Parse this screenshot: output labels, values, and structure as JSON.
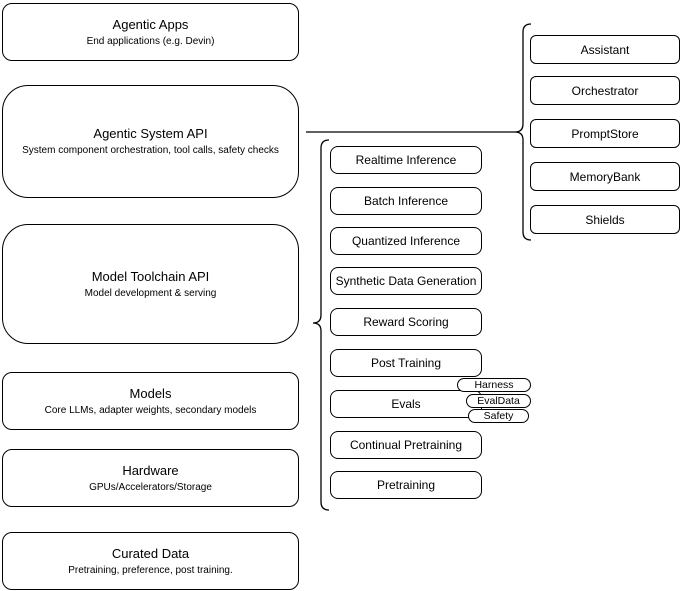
{
  "diagram": {
    "layers": [
      {
        "title": "Agentic Apps",
        "subtitle": "End applications (e.g. Devin)"
      },
      {
        "title": "Agentic System API",
        "subtitle": "System component orchestration, tool calls, safety checks"
      },
      {
        "title": "Model Toolchain API",
        "subtitle": "Model development & serving"
      },
      {
        "title": "Models",
        "subtitle": "Core LLMs, adapter weights, secondary models"
      },
      {
        "title": "Hardware",
        "subtitle": "GPUs/Accelerators/Storage"
      },
      {
        "title": "Curated Data",
        "subtitle": "Pretraining, preference, post training."
      }
    ],
    "toolchain_services": [
      "Realtime Inference",
      "Batch Inference",
      "Quantized Inference",
      "Synthetic Data Generation",
      "Reward Scoring",
      "Post Training",
      "Evals",
      "Continual Pretraining",
      "Pretraining"
    ],
    "eval_components": [
      "Harness",
      "EvalData",
      "Safety"
    ],
    "system_components": [
      "Assistant",
      "Orchestrator",
      "PromptStore",
      "MemoryBank",
      "Shields"
    ],
    "colors": {
      "stroke": "#000000",
      "background": "#ffffff",
      "text": "#000000"
    }
  }
}
